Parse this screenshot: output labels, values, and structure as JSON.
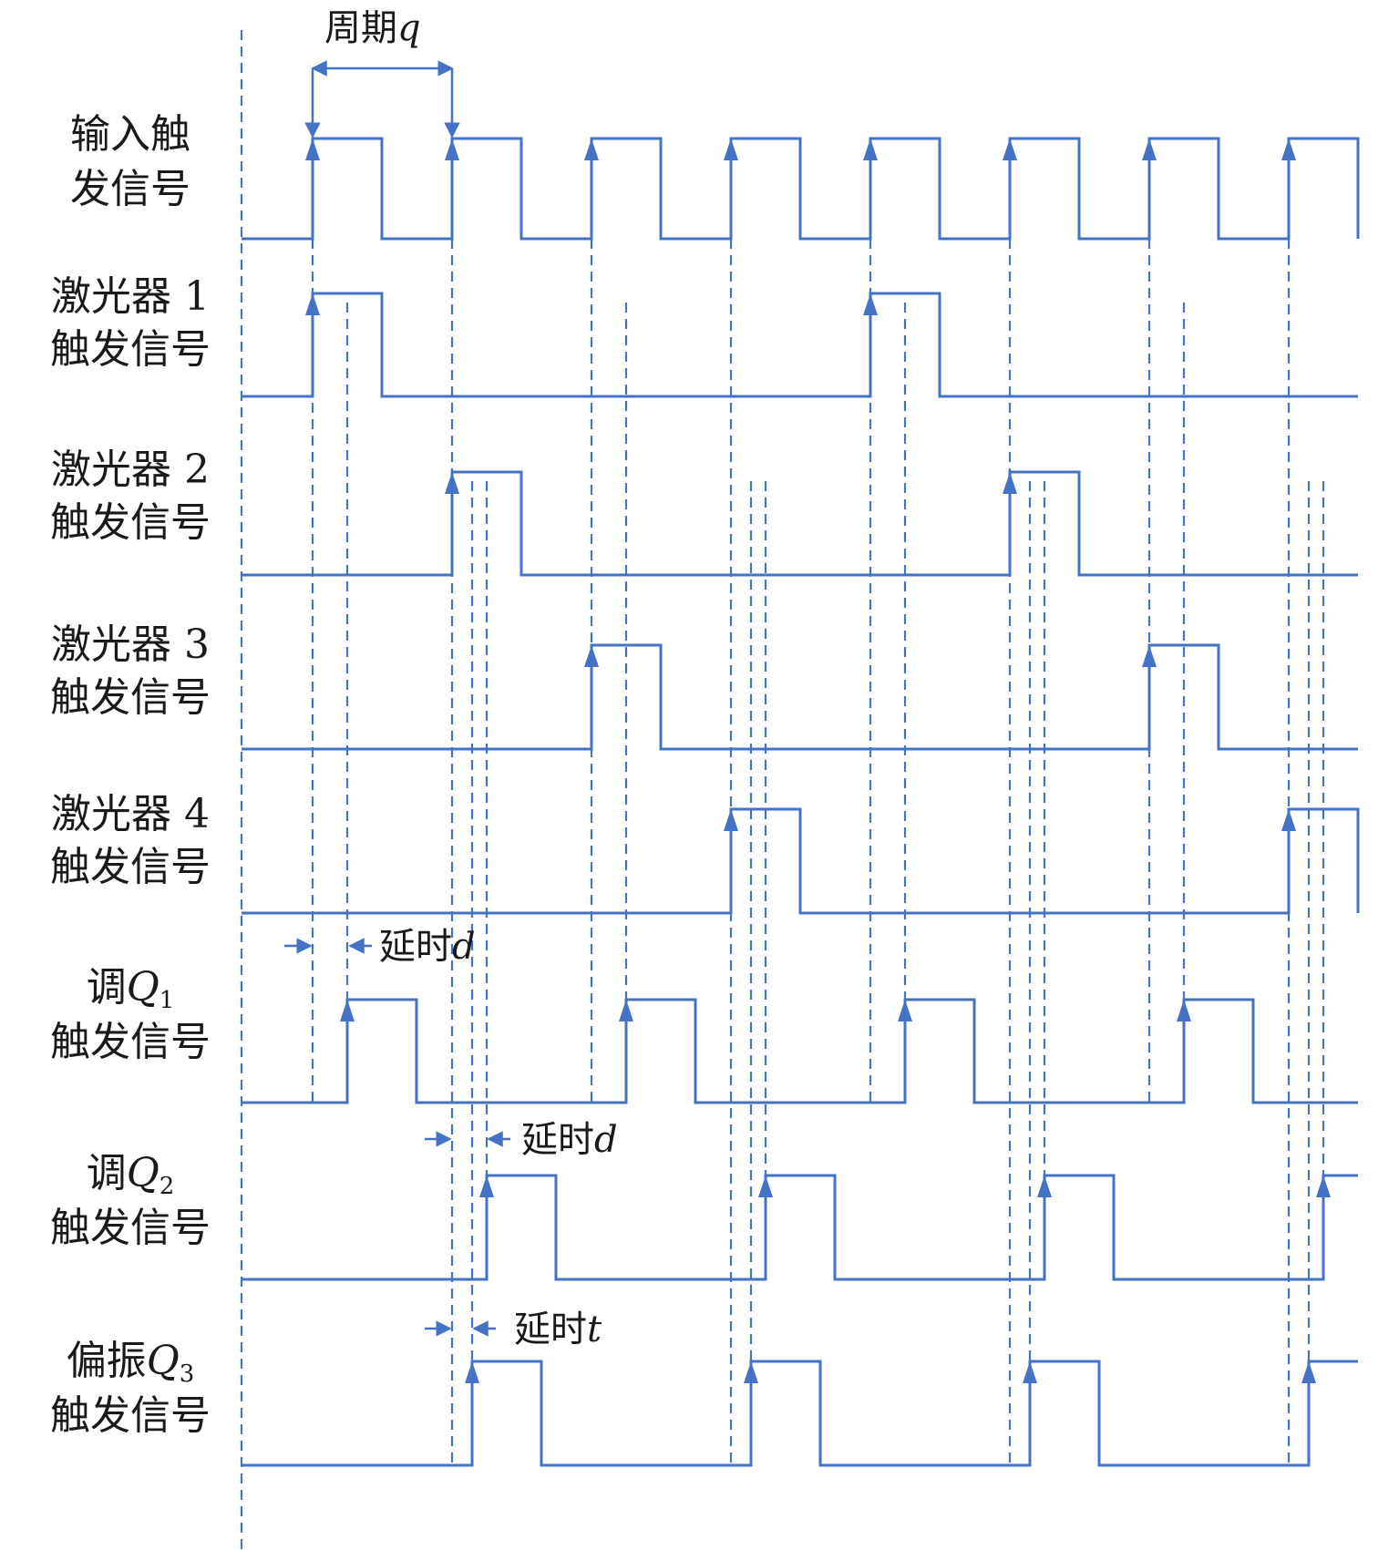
{
  "signals": [
    {
      "key": "input",
      "line1": "输入触",
      "line2": "发信号",
      "line1_sub": ""
    },
    {
      "key": "laser1",
      "line1": "激光器 1",
      "line2": "触发信号",
      "line1_sub": ""
    },
    {
      "key": "laser2",
      "line1": "激光器 2",
      "line2": "触发信号",
      "line1_sub": ""
    },
    {
      "key": "laser3",
      "line1": "激光器 3",
      "line2": "触发信号",
      "line1_sub": ""
    },
    {
      "key": "laser4",
      "line1": "激光器 4",
      "line2": "触发信号",
      "line1_sub": ""
    },
    {
      "key": "q1",
      "line1": "调",
      "line1_italic": "Q",
      "line1_sub": "1",
      "line2": "触发信号"
    },
    {
      "key": "q2",
      "line1": "调",
      "line1_italic": "Q",
      "line1_sub": "2",
      "line2": "触发信号"
    },
    {
      "key": "q3",
      "line1": "偏振",
      "line1_italic": "Q",
      "line1_sub": "3",
      "line2": "触发信号"
    }
  ],
  "annotations": {
    "period": {
      "text": "周期",
      "var": "q"
    },
    "delay_q1": {
      "text": "延时",
      "var": "d"
    },
    "delay_q2": {
      "text": "延时",
      "var": "d"
    },
    "delay_q3": {
      "text": "延时",
      "var": "t"
    }
  },
  "colors": {
    "wave": "#4472c4",
    "text": "#1a1a1a"
  }
}
